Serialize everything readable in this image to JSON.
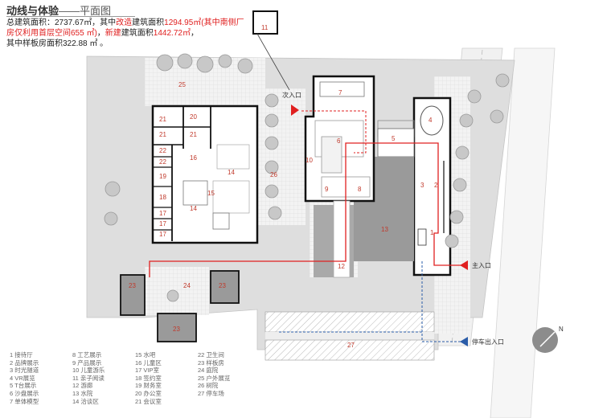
{
  "header": {
    "title": "动线与体验",
    "subtitle": "——平面图"
  },
  "info": {
    "p1": "总建筑面积：2737.67㎡，其中",
    "p2": "改造",
    "p3": "建筑面积",
    "p4": "1294.95㎡(其中南侧厂房仅利用首层空间655 ㎡)",
    "p5": "，",
    "p6": "新建",
    "p7": "建筑面积",
    "p8": "1442.72㎡",
    "p9": "，",
    "p10": "其中样板房面积322.88 ㎡ 。"
  },
  "entrances": {
    "main": "主入口",
    "secondary": "次入口",
    "parking": "停车出入口"
  },
  "compass": {
    "label": "N"
  },
  "room_labels": {
    "r1": "1",
    "r2": "2",
    "r3": "3",
    "r4": "4",
    "r5": "5",
    "r6": "6",
    "r7": "7",
    "r8": "8",
    "r9": "9",
    "r10": "10",
    "r11": "11",
    "r12": "12",
    "r13": "13",
    "r14a": "14",
    "r14b": "14",
    "r15": "15",
    "r16": "16",
    "r17a": "17",
    "r17b": "17",
    "r17c": "17",
    "r18": "18",
    "r19": "19",
    "r20": "20",
    "r21a": "21",
    "r21b": "21",
    "r21c": "21",
    "r22a": "22",
    "r22b": "22",
    "r23a": "23",
    "r23b": "23",
    "r23c": "23",
    "r24": "24",
    "r25": "25",
    "r26": "26",
    "r27": "27"
  },
  "legend": {
    "col1": [
      "1 接待厅",
      "2 品牌展示",
      "3 时光隧道",
      "4 VR展览",
      "5 T台展示",
      "6 沙盘展示",
      "7 单体模型"
    ],
    "col2": [
      "8 工艺展示",
      "9 产品展示",
      "10 儿童游乐",
      "11 亲子阅读",
      "12 游廊",
      "13 水院",
      "14 洽谈区"
    ],
    "col3": [
      "15 水吧",
      "16 儿童区",
      "17 VIP室",
      "18 签约室",
      "19 财务室",
      "20 办公室",
      "21 会议室"
    ],
    "col4": [
      "22 卫生间",
      "23 样板房",
      "24 庭院",
      "25 户外展览",
      "26 树院",
      "27 停车场"
    ]
  }
}
